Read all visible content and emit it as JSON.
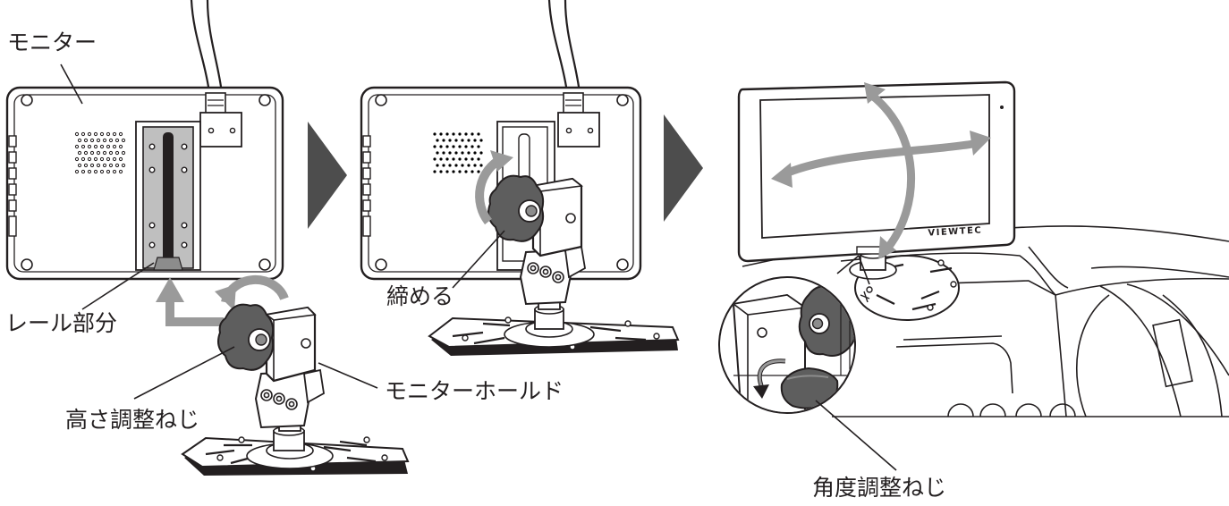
{
  "labels": {
    "monitor": "モニター",
    "rail": "レール部分",
    "height_screw": "高さ調整ねじ",
    "holder": "モニターホールド",
    "tighten": "締める",
    "angle_screw": "角度調整ねじ"
  },
  "brand": "VIEWTEC",
  "icons": {
    "step_arrow": "play-triangle",
    "rotate": "circular-arrow",
    "move": "bent-arrow",
    "swivel": "double-headed-arc-arrow"
  },
  "colors": {
    "line": "#231f20",
    "rail": "#bfbfbf",
    "step_arrow": "#4d4d4d",
    "motion_arrow": "#9a9a9a",
    "screw": "#5e5e5e"
  }
}
